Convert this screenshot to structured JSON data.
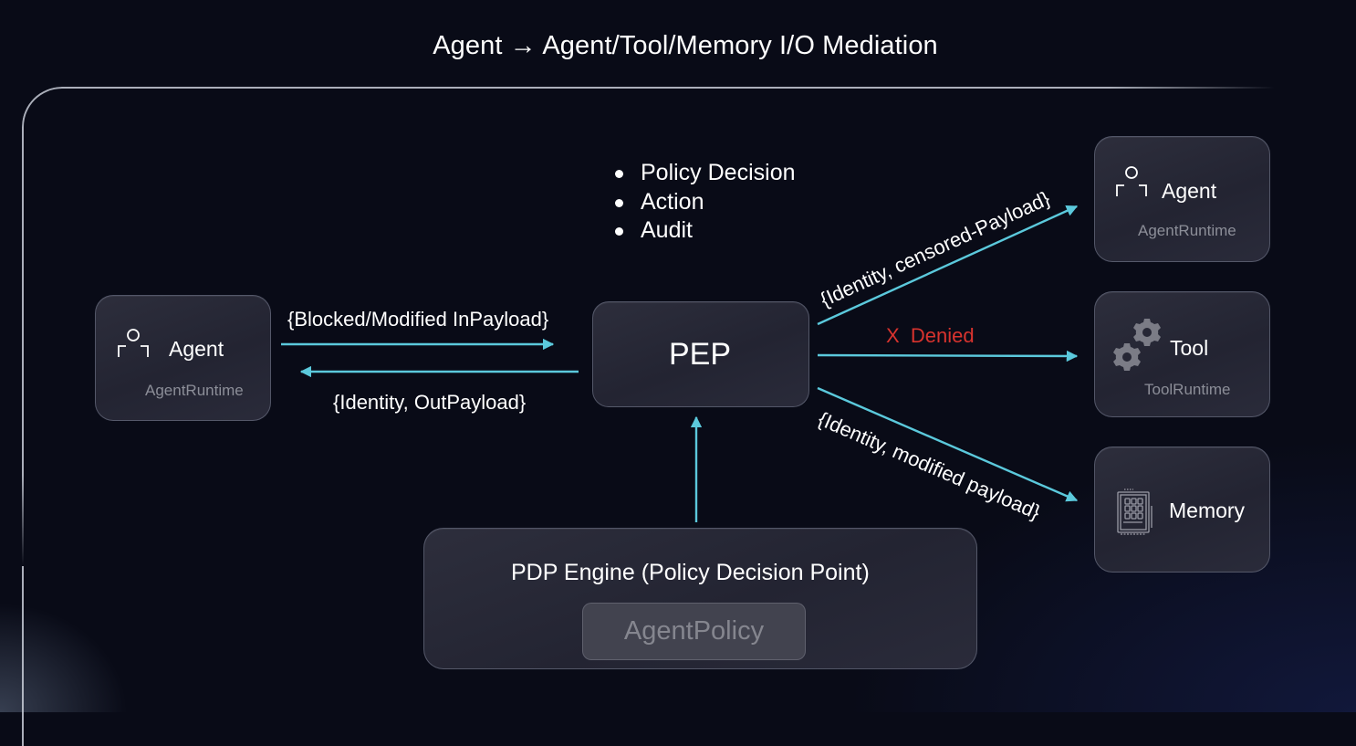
{
  "title": "Agent → Agent/Tool/Memory I/O Mediation",
  "colors": {
    "background": "#090b17",
    "arrow": "#5bc9dc",
    "denied": "#d8332e",
    "text": "#ffffff",
    "subtext": "#8c8e98"
  },
  "pep": {
    "label": "PEP",
    "bullets": [
      "Policy Decision",
      "Action",
      "Audit"
    ]
  },
  "source_agent": {
    "label": "Agent",
    "runtime": "AgentRuntime",
    "icon": "user-icon"
  },
  "targets": {
    "agent": {
      "label": "Agent",
      "runtime": "AgentRuntime",
      "icon": "user-icon"
    },
    "tool": {
      "label": "Tool",
      "runtime": "ToolRuntime",
      "icon": "gears-icon"
    },
    "memory": {
      "label": "Memory",
      "icon": "memory-chip-icon"
    }
  },
  "edges": {
    "agent_to_pep": "{Blocked/Modified InPayload}",
    "pep_to_agent": "{Identity, OutPayload}",
    "pep_to_target_agent": "{Identity, censored-Payload}",
    "pep_to_tool_prefix": "X",
    "pep_to_tool": "Denied",
    "pep_to_memory": "{Identity, modified payload}"
  },
  "pdp": {
    "title": "PDP Engine (Policy Decision Point)",
    "policy": "AgentPolicy"
  }
}
